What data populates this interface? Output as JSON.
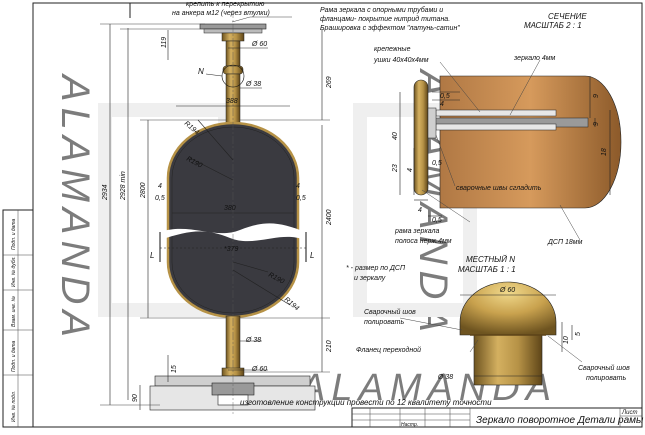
{
  "watermark": "ALAMANDA",
  "notes": {
    "top_note_line1": "крепить к перекрытию",
    "top_note_line2": "на анкера м12 (через втулки)",
    "frame_note_line1": "Рама зеркала с опорными трубами и",
    "frame_note_line2": "фланцами- покрытие нитрид титана.",
    "frame_note_line3": "Брашировка с эффектом \"латунь-сатин\"",
    "section_title_line1": "СЕЧЕНИЕ",
    "section_title_line2": "МАСШТАБ 2 : 1",
    "fasteners_line1": "крепежные",
    "fasteners_line2": "ушки 40х40х4мм",
    "mirror_4mm": "зеркало 4мм",
    "weld_smooth": "сварочные швы сгладить",
    "strip_line1": "рама зеркала",
    "strip_line2": "полоса нерж.4мм",
    "dsp": "ДСП 18мм",
    "star_note_line1": "* - размер по ДСП",
    "star_note_line2": "и зеркалу",
    "local_title_line1": "МЕСТНЫЙ N",
    "local_title_line2": "МАСШТАБ 1 : 1",
    "weld_polish_line1": "Сварочный шов",
    "weld_polish_line2": "полировать",
    "flange": "Фланец переходной",
    "weld_polish_b_line1": "Сварочный шов",
    "weld_polish_b_line2": "полировать",
    "precision_note": "изготовление конструкции провести по 12 квалитету точности"
  },
  "dimensions": {
    "d60_top": "Ø 60",
    "d38_top": "Ø 38",
    "w388": "388",
    "r194_top": "R194",
    "r190_top": "R190",
    "v4_left_top": "4",
    "v05_left_top": "0,5",
    "v4_right_top": "4",
    "v05_right_top": "0,5",
    "w380": "380",
    "w379": "*379",
    "r190_bot": "R190",
    "r194_bot": "R194",
    "d38_bot": "Ø 38",
    "d60_bot": "Ø 60",
    "v119": "119",
    "v2934": "2934",
    "v2928": "2928 min",
    "v2800": "2800",
    "v2400": "2400",
    "v269": "269",
    "v210": "210",
    "v15": "15",
    "v90": "90",
    "n_label": "N",
    "l_left": "L",
    "l_right": "L",
    "sec_05a": "0,5",
    "sec_4a": "4",
    "sec_40": "40",
    "sec_23": "23",
    "sec_4b": "4",
    "sec_05b": "0,5",
    "sec_4c": "4",
    "sec_05c": "0,5",
    "sec_9a": "9",
    "sec_18": "18",
    "sec_9b": "9",
    "loc_d60": "Ø 60",
    "loc_d38": "Ø 38",
    "loc_10": "10",
    "loc_5": "5"
  },
  "side_stamp": {
    "cell1": "Подп. и дата",
    "cell2": "Инв. № дубл.",
    "cell3": "Взам. инв. №",
    "cell4": "Подп. и дата",
    "cell5": "Инв. № подл."
  },
  "title_block": {
    "check_label": "Настр.",
    "drawing_title": "Зеркало поворотное Детали рамы",
    "sheet_label": "Лист"
  },
  "colors": {
    "mirror_fill": "#3a3a40",
    "brass": "#b69246",
    "brass_dark": "#6e5420",
    "dsp": "#c88a50",
    "dsp_dark": "#8c5a2a",
    "watermark": "#d8d8d8"
  }
}
